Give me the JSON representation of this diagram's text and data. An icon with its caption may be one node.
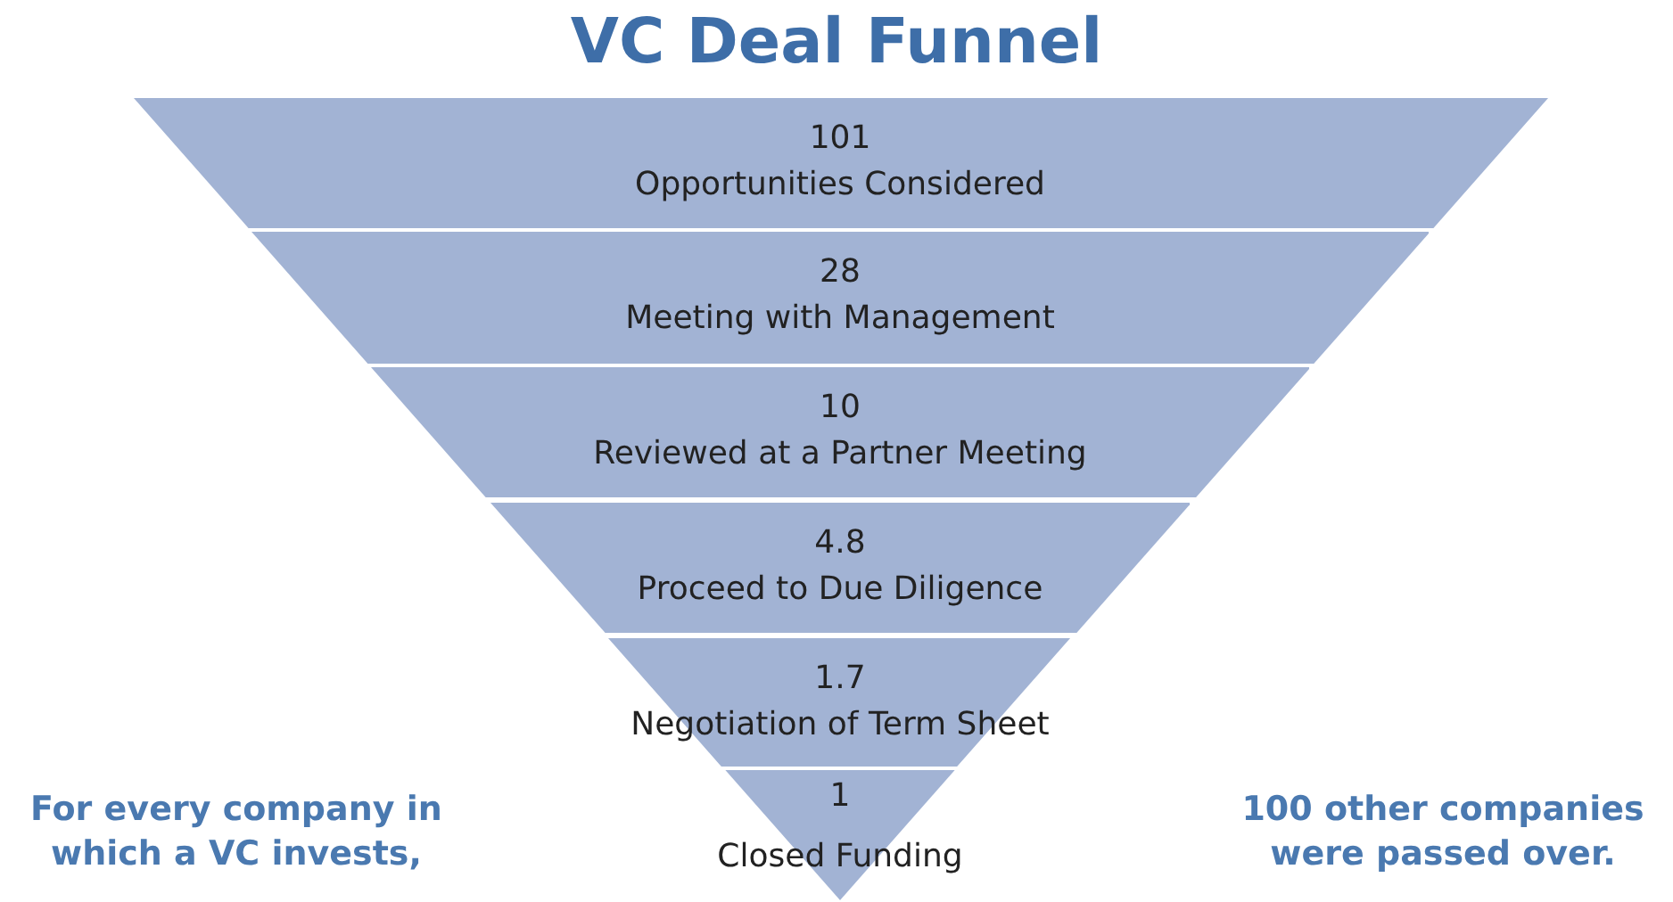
{
  "diagram": {
    "title": "VC Deal Funnel",
    "nodes": [
      {
        "text": [
          "101",
          "Opportunities Considered"
        ]
      },
      {
        "text": [
          "28",
          "Meeting with Management"
        ]
      },
      {
        "text": [
          "10",
          "Reviewed at a Partner Meeting"
        ]
      },
      {
        "text": [
          "4.8",
          "Proceed to Due Diligence"
        ]
      },
      {
        "text": [
          "1.7",
          "Negotiation of Term Sheet"
        ]
      },
      {
        "text": [
          "1",
          "Closed Funding"
        ]
      }
    ],
    "labels": [
      "For every company in which a VC invests,",
      "100 other companies were passed over."
    ]
  }
}
